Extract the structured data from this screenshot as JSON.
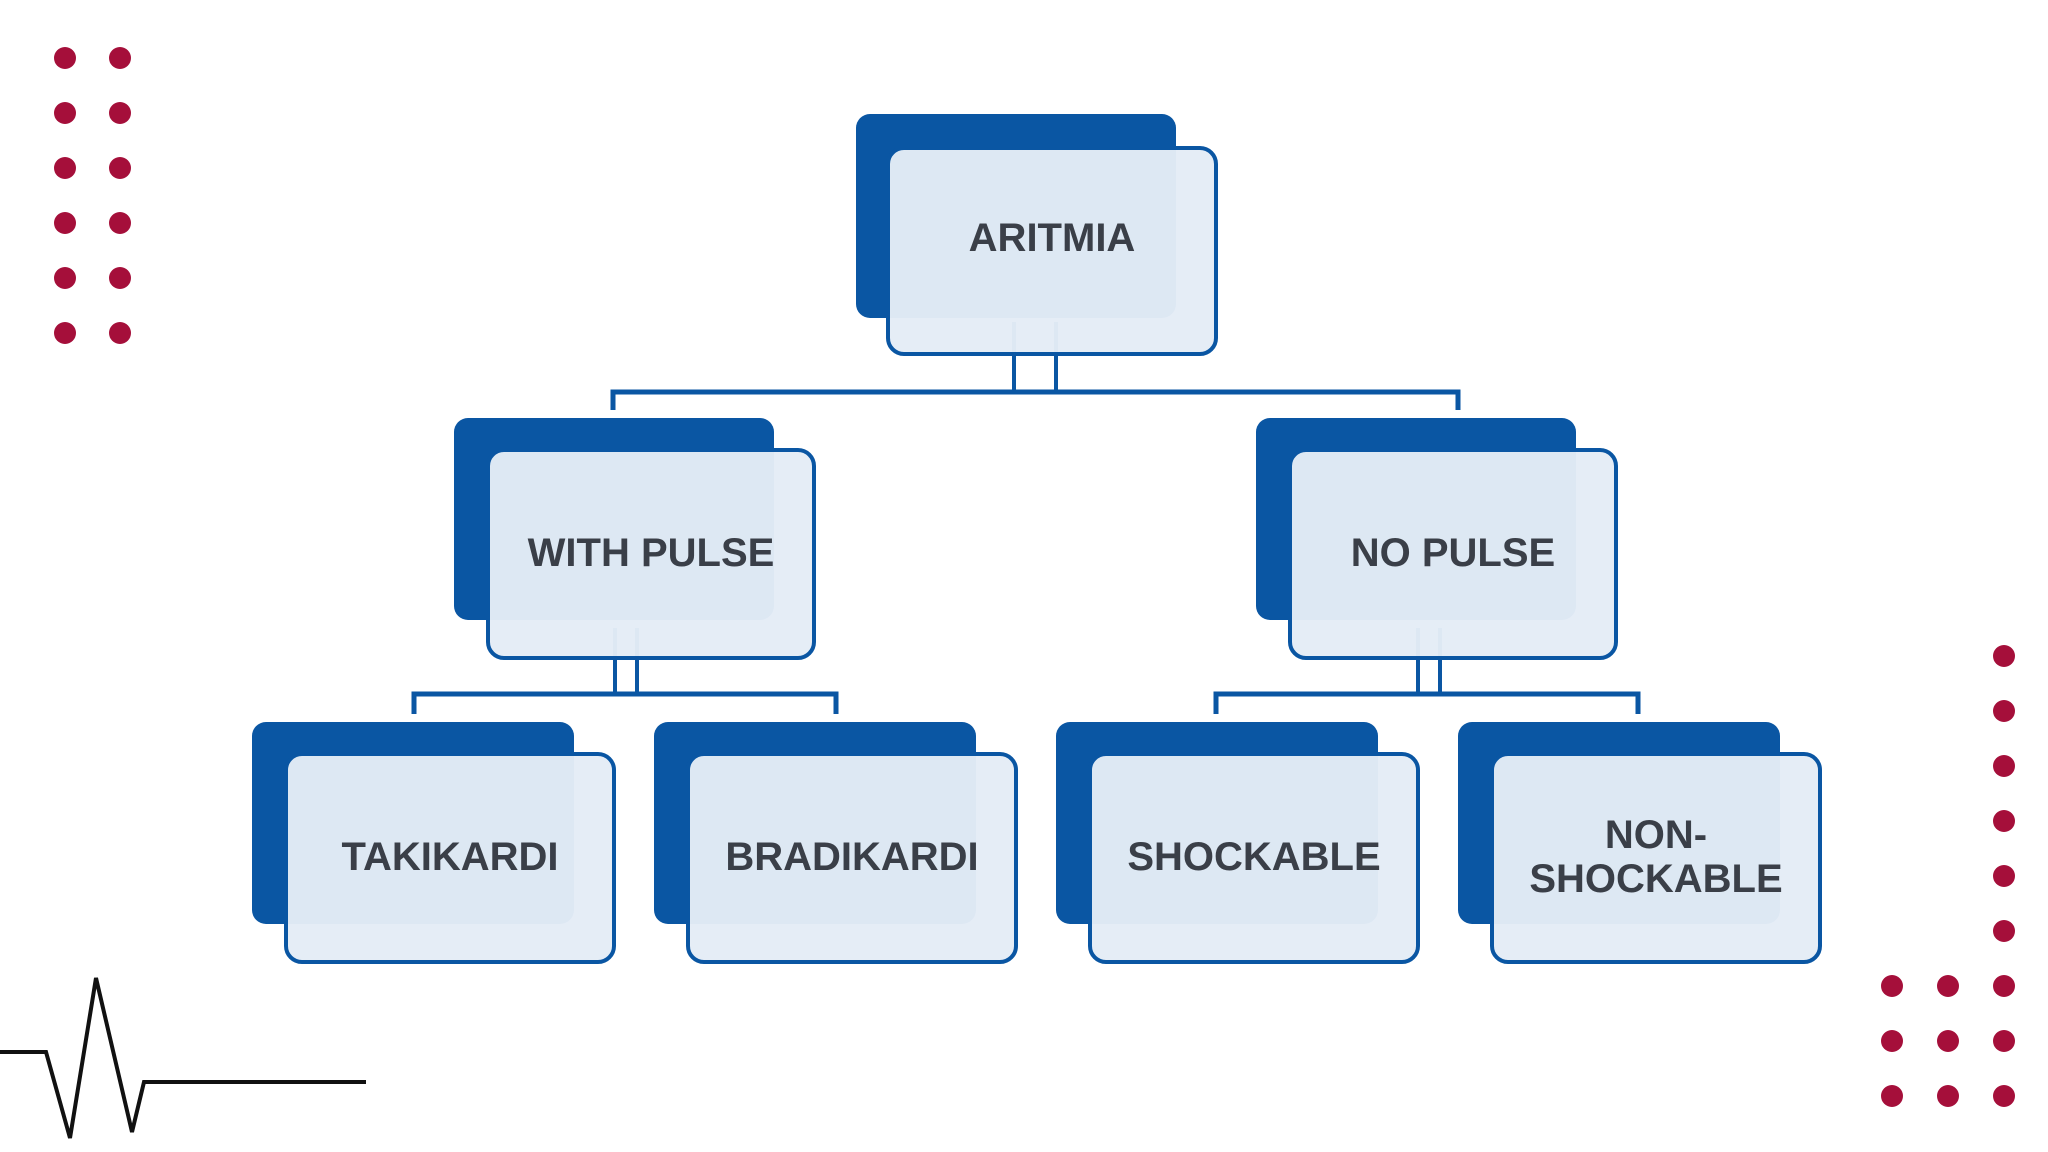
{
  "diagram": {
    "root": {
      "label": "ARITMIA"
    },
    "level1": [
      {
        "label": "WITH PULSE"
      },
      {
        "label": "NO PULSE"
      }
    ],
    "level2": [
      {
        "label": "TAKIKARDI"
      },
      {
        "label": "BRADIKARDI"
      },
      {
        "label": "SHOCKABLE"
      },
      {
        "label": "NON-\nSHOCKABLE"
      }
    ]
  },
  "colors": {
    "box_back": "#0a56a3",
    "box_front_fill": "#e4ecf6",
    "box_outline": "#0a56a3",
    "connector": "#0a56a3",
    "label_text": "#3a3f48",
    "dot_accent": "#a50f3a",
    "ecg_line": "#111111"
  },
  "icons": {
    "ecg": "heartbeat-line-icon",
    "dots": "decorative-dot-grid"
  }
}
